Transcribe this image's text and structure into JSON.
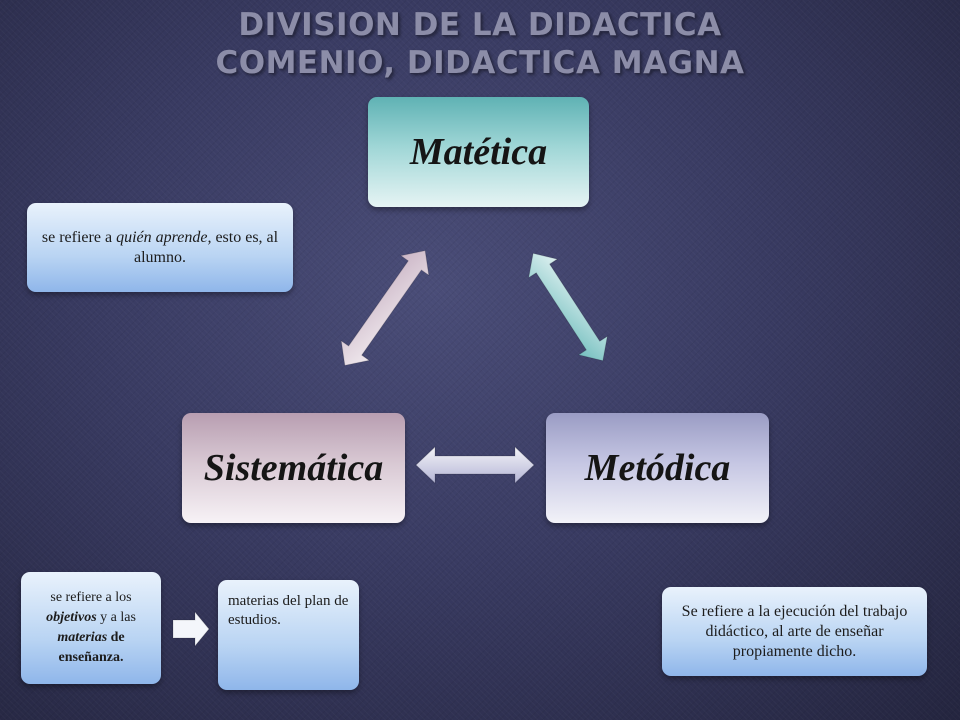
{
  "title": {
    "line1": "DIVISION DE  LA DIDACTICA",
    "line2": "COMENIO, DIDACTICA MAGNA"
  },
  "nodes": {
    "matetica": "Matética",
    "metodica": "Metódica",
    "sistematica": "Sistemática"
  },
  "notes": {
    "alumno": {
      "part1": "se refiere a ",
      "part2": "quién aprende,",
      "part3": " esto es, al alumno."
    },
    "objetivos": {
      "part1": "se refiere a los ",
      "part2": "objetivos",
      "part3": " y a las ",
      "part4": "materias",
      "part5": " de enseñanza."
    },
    "materias": "materias del plan de estudios.",
    "ejecucion": "Se refiere a la ejecución del trabajo didáctico, al arte de enseñar propiamente dicho."
  },
  "colors": {
    "background": "#393b62",
    "matetica": "#9fd6d6",
    "metodica": "#c5c6e3",
    "sistematica": "#d8c8d3",
    "note": "#b9d4f3"
  }
}
